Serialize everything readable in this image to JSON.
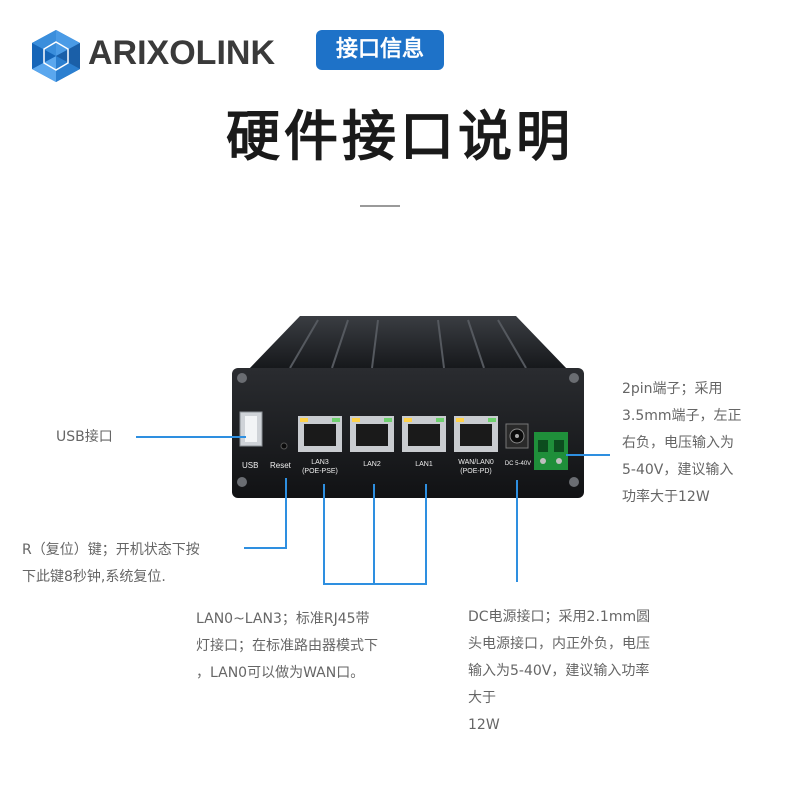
{
  "header": {
    "brand": "ARIXOLINK",
    "badge": "接口信息",
    "title": "硬件接口说明"
  },
  "device": {
    "port_labels": {
      "usb": "USB",
      "reset": "Reset",
      "lan3": "LAN3",
      "lan3_sub": "(POE-PSE)",
      "lan2": "LAN2",
      "lan1": "LAN1",
      "wan": "WAN/LAN0",
      "wan_sub": "(POE-PD)",
      "dc": "DC 5-40V"
    }
  },
  "annotations": {
    "usb": "USB接口",
    "reset": [
      "R（复位）键；开机状态下按",
      "下此键8秒钟,系统复位."
    ],
    "lan": [
      "LAN0~LAN3；标准RJ45带",
      "灯接口；在标准路由器模式下",
      "，LAN0可以做为WAN口。"
    ],
    "dc": [
      "DC电源接口；采用2.1mm圆",
      "头电源接口，内正外负，电压",
      "输入为5-40V，建议输入功率",
      "大于",
      "12W"
    ],
    "pin": [
      "2pin端子；采用",
      "3.5mm端子，左正",
      "右负，电压输入为",
      "5-40V，建议输入",
      "功率大于12W"
    ]
  },
  "colors": {
    "accent": "#1e72c8",
    "callout_line": "#2e8fe0",
    "terminal_green": "#1f8f3a"
  }
}
